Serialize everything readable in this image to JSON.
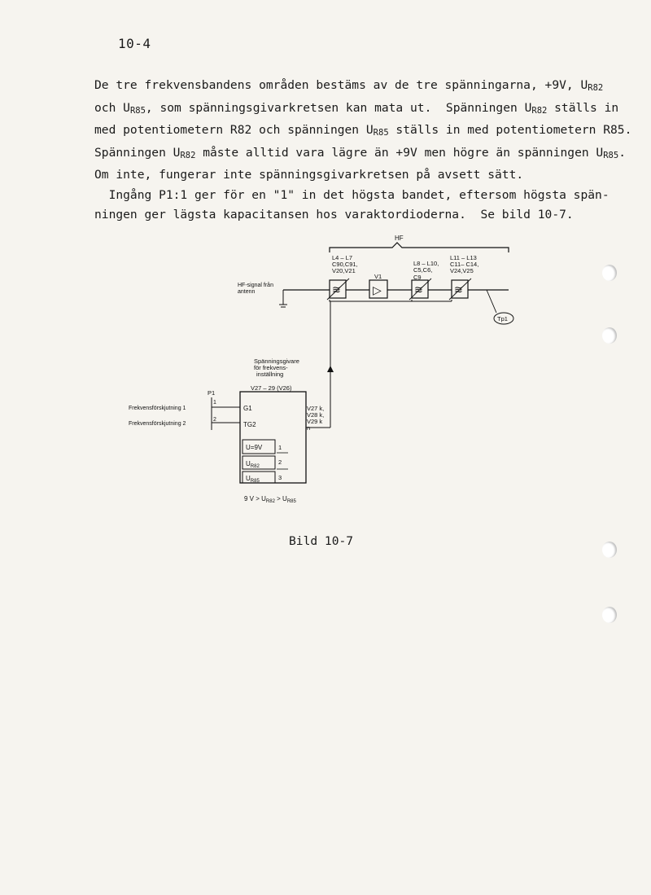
{
  "page": {
    "number": "10-4"
  },
  "paragraphs": [
    {
      "lines": [
        [
          [
            "De tre frekvensbandens områden bestäms av de tre spänningarna, +9V, U",
            ""
          ],
          [
            "R82",
            "sub"
          ]
        ],
        [
          [
            "och U",
            ""
          ],
          [
            "R85",
            "sub"
          ],
          [
            ", som spänningsgivarkretsen kan mata ut.  Spänningen U",
            ""
          ],
          [
            "R82",
            "sub"
          ],
          [
            " ställs in",
            ""
          ]
        ],
        [
          [
            "med potentiometern R82 och spänningen U",
            ""
          ],
          [
            "R85",
            "sub"
          ],
          [
            " ställs in med potentiometern R85.",
            ""
          ]
        ],
        [
          [
            "Spänningen U",
            ""
          ],
          [
            "R82",
            "sub"
          ],
          [
            " måste alltid vara lägre än +9V men högre än spänningen U",
            ""
          ],
          [
            "R85",
            "sub"
          ],
          [
            ".",
            ""
          ]
        ],
        [
          [
            "Om inte, fungerar inte spänningsgivarkretsen på avsett sätt.",
            ""
          ]
        ]
      ]
    },
    {
      "lines": [
        [
          [
            "  Ingång P1:1 ger för en \"1\" in det högsta bandet, eftersom högsta spän-",
            ""
          ]
        ],
        [
          [
            "ningen ger lägsta kapacitansen hos varaktordioderna.  Se bild 10-7.",
            ""
          ]
        ]
      ]
    }
  ],
  "diagram": {
    "hf_label": "HF",
    "filter1_label": [
      "L4 – L7",
      "C90,C91,",
      "V20,V21"
    ],
    "filter2_label": [
      "L8 – L10,",
      "C5,C6,",
      "C9"
    ],
    "filter3_label": [
      "L11 – L13",
      "C11– C14,",
      "V24,V25"
    ],
    "amp_label": "V1",
    "amp_symbol": "▷",
    "filter_symbol": "≋",
    "input_label": [
      "HF-signal från",
      "antenn"
    ],
    "tp_label": "Tp1",
    "generator_label": [
      "Spänningsgivare",
      "för frekvens-",
      "inställning"
    ],
    "generator_parts": "V27 – 29 (V26)",
    "p1_label": "P1",
    "input1_label": "Frekvensförskjutning  1",
    "input2_label": "Frekvensförskjutning  2",
    "pin1": "1",
    "pin2": "2",
    "g1": "G1",
    "tg2": "TG2",
    "outputs": [
      "V27 k,",
      "V28 k,",
      "V29 k"
    ],
    "out_n": "n",
    "rows": [
      {
        "label": "U=9V",
        "num": "1"
      },
      {
        "label": "U",
        "sub": "R82",
        "num": "2"
      },
      {
        "label": "U",
        "sub": "R85",
        "num": "3"
      }
    ],
    "condition": {
      "a": "9 V > U",
      "sub1": "R82",
      "b": " > U",
      "sub2": "R85"
    }
  },
  "caption": "Bild 10-7"
}
